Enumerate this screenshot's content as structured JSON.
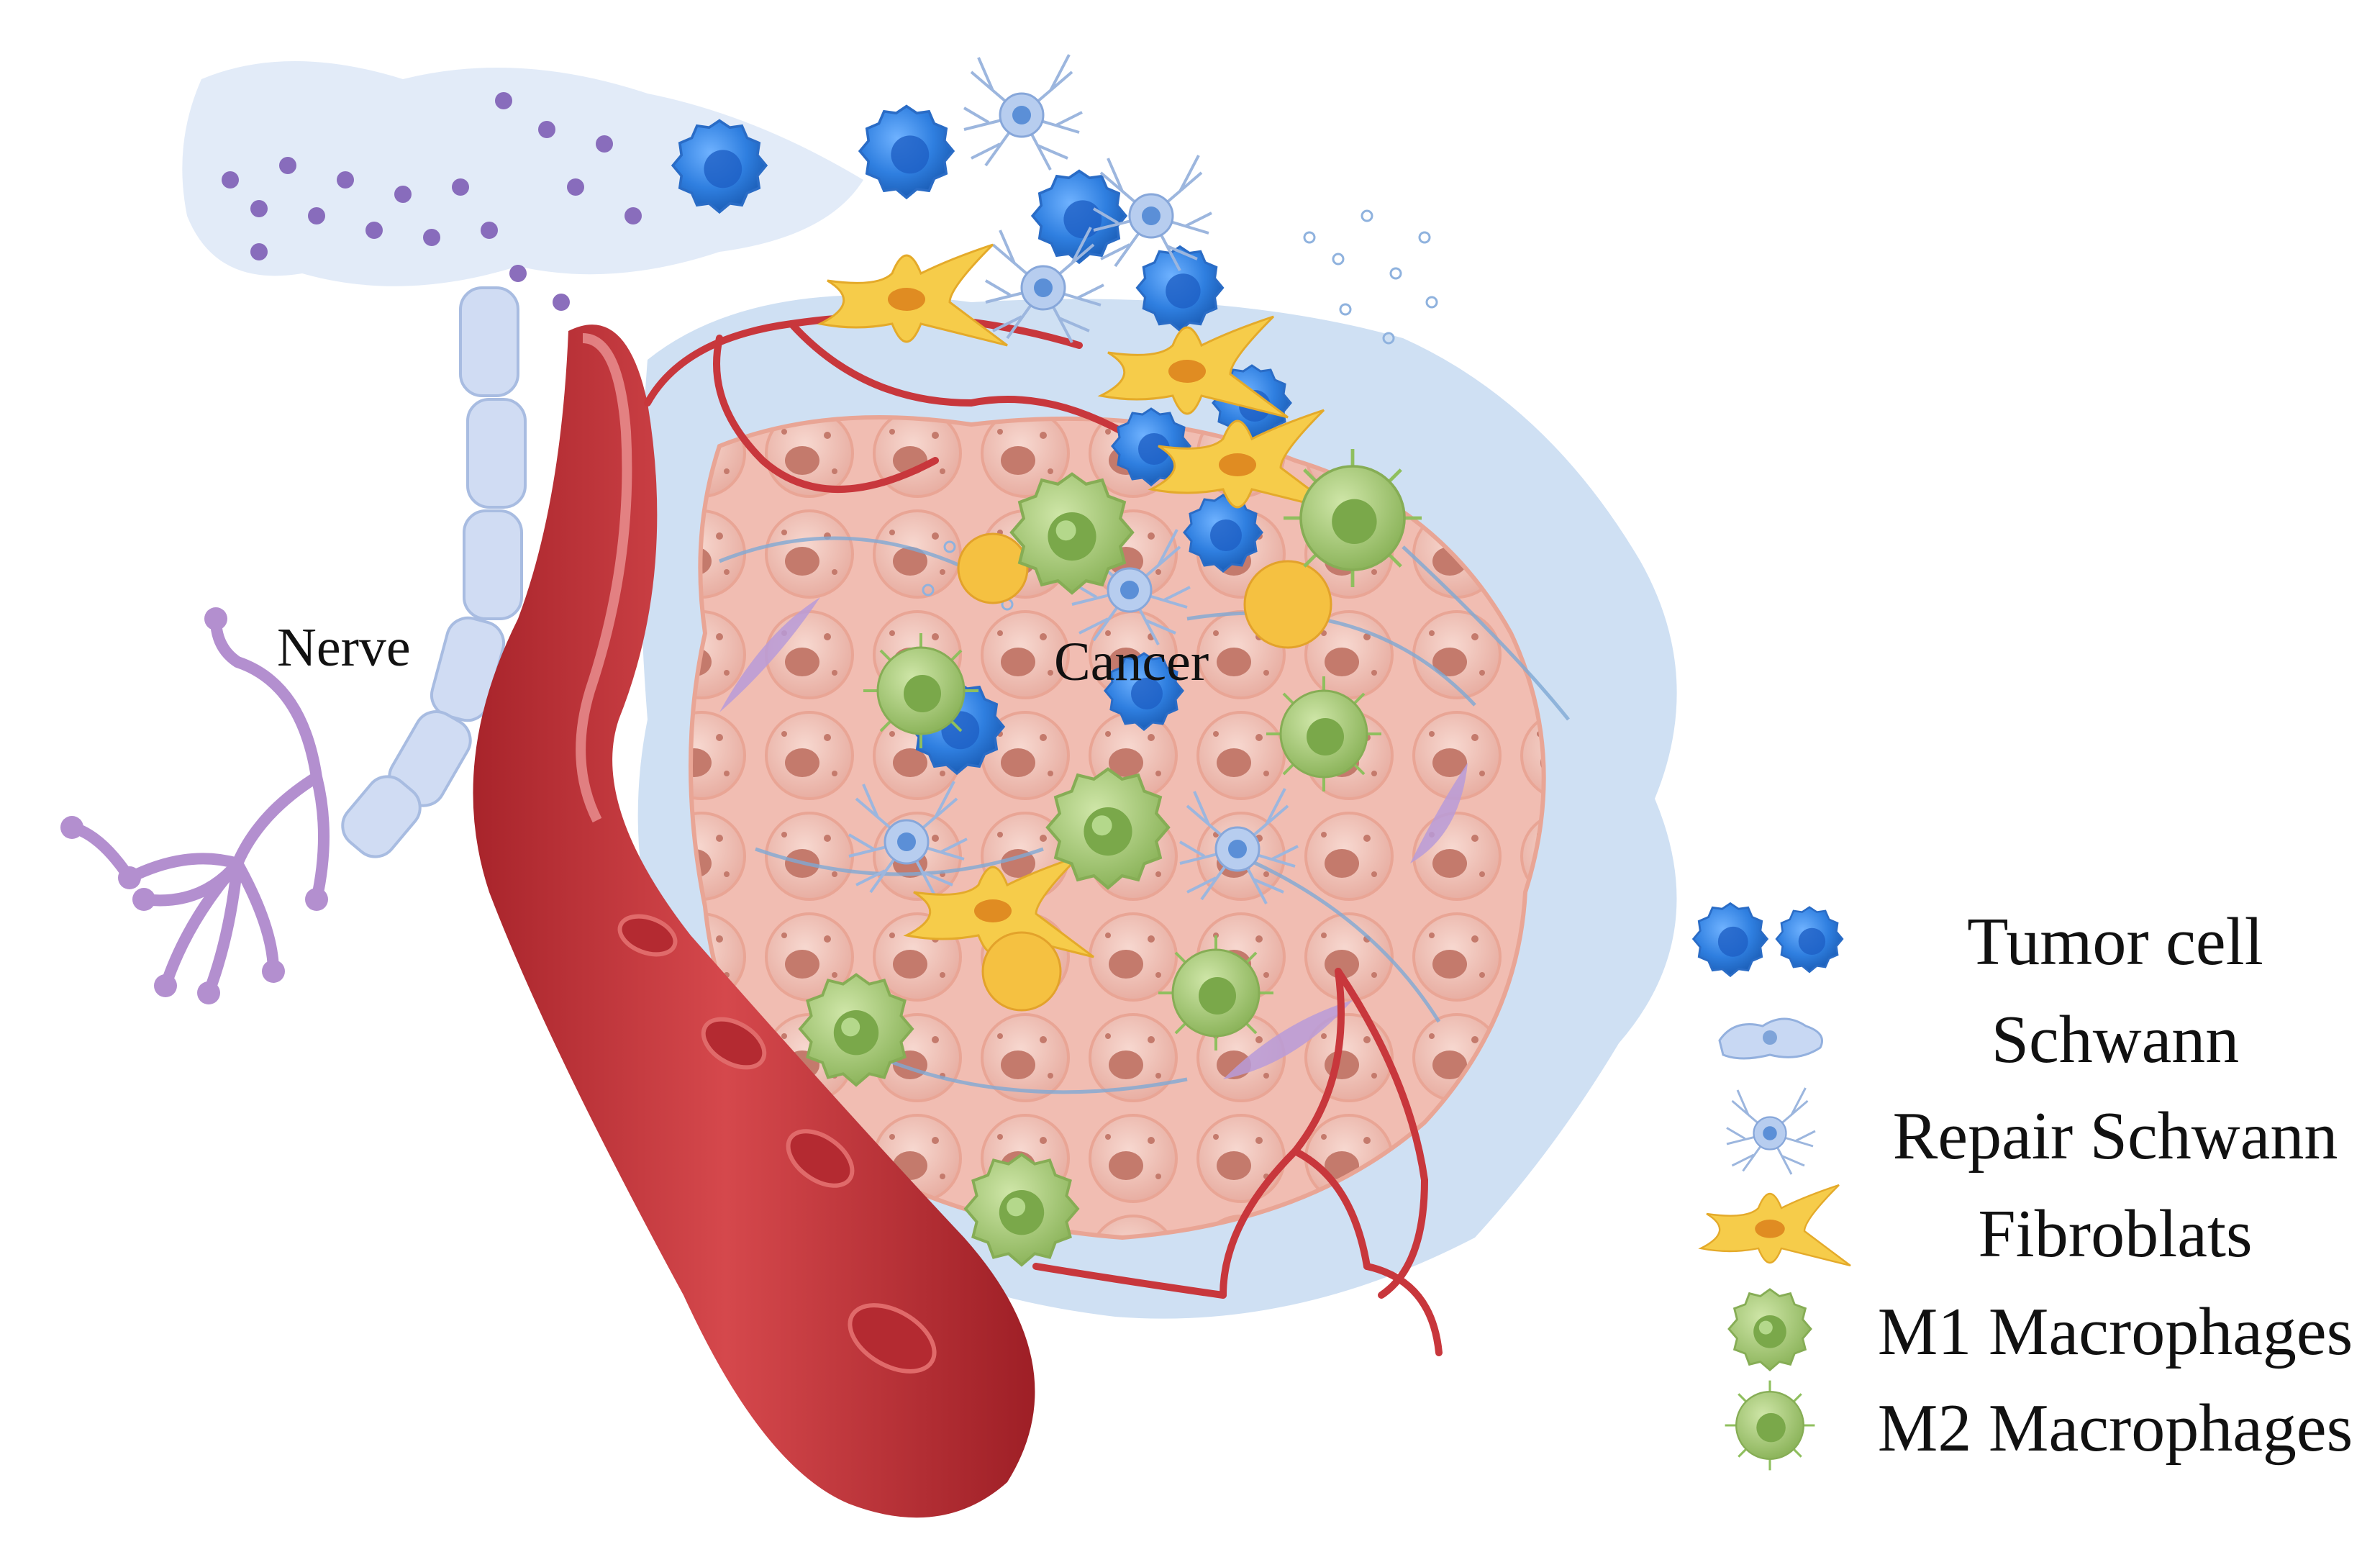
{
  "labels": {
    "nerve": "Nerve",
    "cancer": "Cancer"
  },
  "legend": [
    {
      "label": "Tumor cell",
      "icon": "tumor-cell-icon",
      "color": "#2f7fe0"
    },
    {
      "label": "Schwann",
      "icon": "schwann-cell-icon",
      "color": "#b9cdee"
    },
    {
      "label": "Repair Schwann",
      "icon": "repair-schwann-cell-icon",
      "color": "#8fb3e6"
    },
    {
      "label": "Fibroblats",
      "icon": "fibroblast-icon",
      "color": "#f3c53c"
    },
    {
      "label": "M1 Macrophages",
      "icon": "m1-macrophage-icon",
      "color": "#9cc26a"
    },
    {
      "label": "M2 Macrophages",
      "icon": "m2-macrophage-icon",
      "color": "#a9cd7c"
    }
  ],
  "colors": {
    "vessel": "#c8373c",
    "tumor_tissue": "#f3c6bd",
    "stroma": "#cfe0f3",
    "nerve_axon": "#b38fcf"
  }
}
